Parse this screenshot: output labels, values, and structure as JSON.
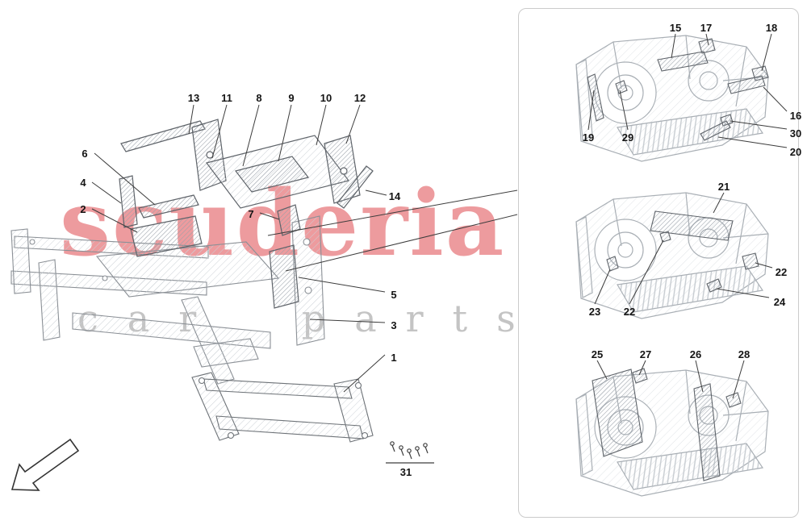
{
  "watermark": {
    "brand": "scuderia",
    "sub": "car parts",
    "brand_color": "#dd3a40",
    "sub_color": "#c4c4c4"
  },
  "colors": {
    "panel_border": "#cbcbcb",
    "leader_line": "#3c3c3c",
    "part_outline": "#5f646a",
    "structure_outline": "#8b9096"
  },
  "callouts": {
    "c1": "1",
    "c2": "2",
    "c3": "3",
    "c4": "4",
    "c5": "5",
    "c6": "6",
    "c7": "7",
    "c8": "8",
    "c9": "9",
    "c10": "10",
    "c11": "11",
    "c12": "12",
    "c13": "13",
    "c14": "14",
    "c15": "15",
    "c16": "16",
    "c17": "17",
    "c18": "18",
    "c19": "19",
    "c20": "20",
    "c21": "21",
    "c22a": "22",
    "c22b": "22",
    "c23": "23",
    "c24": "24",
    "c25": "25",
    "c26": "26",
    "c27": "27",
    "c28": "28",
    "c29": "29",
    "c30": "30",
    "c31": "31"
  }
}
